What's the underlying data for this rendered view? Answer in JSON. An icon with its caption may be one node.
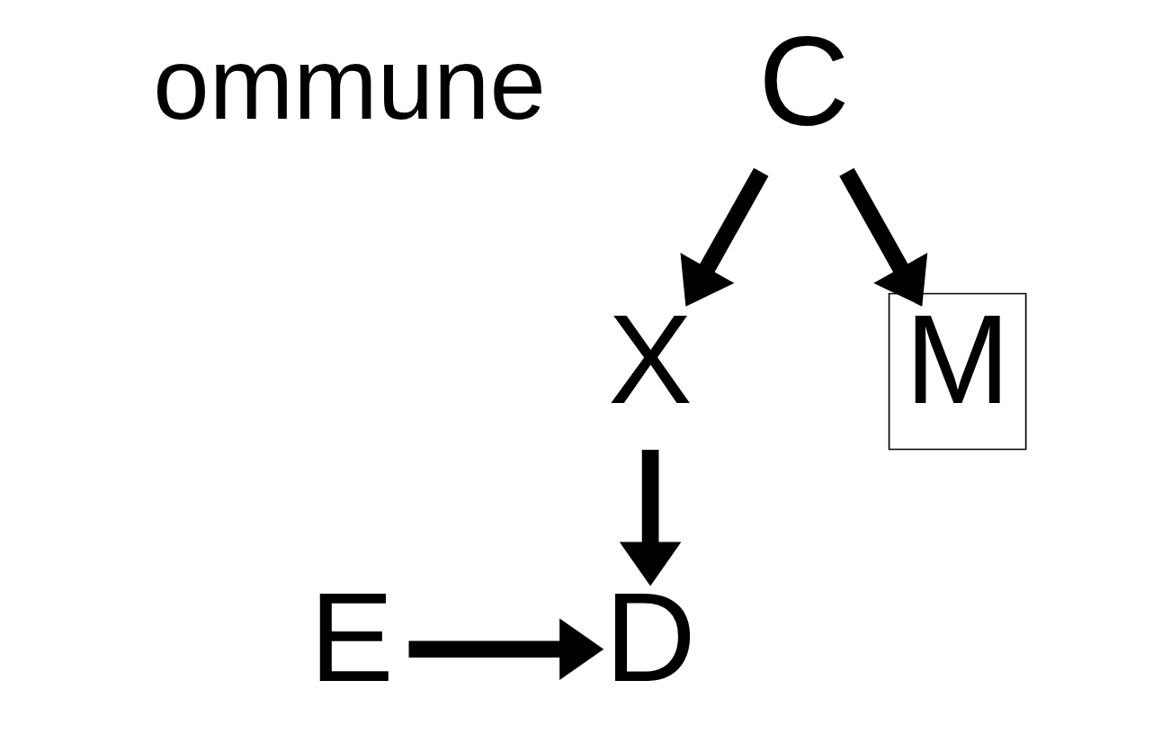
{
  "diagram": {
    "nodes": [
      {
        "text": [
          "C"
        ]
      },
      {
        "text": [
          "X"
        ]
      },
      {
        "text": [
          "M"
        ]
      },
      {
        "text": [
          "E"
        ]
      },
      {
        "text": [
          "D"
        ]
      }
    ],
    "edges": [
      {
        "from": 0,
        "to": 1,
        "arrow": "to"
      },
      {
        "from": 0,
        "to": 2,
        "arrow": "to"
      },
      {
        "from": 1,
        "to": 4,
        "arrow": "to"
      },
      {
        "from": 3,
        "to": 4,
        "arrow": "to"
      }
    ],
    "labels": [
      "ommune"
    ]
  }
}
